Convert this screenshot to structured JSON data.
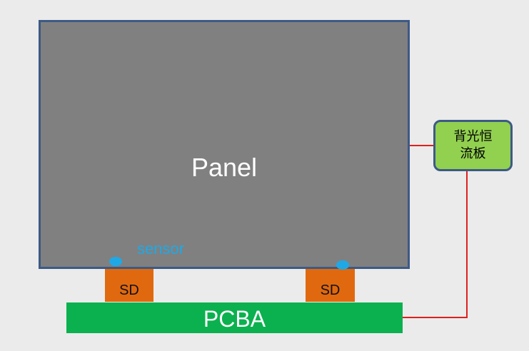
{
  "panel": {
    "label": "Panel"
  },
  "pcba": {
    "label": "PCBA"
  },
  "sd": [
    {
      "label": "SD"
    },
    {
      "label": "SD"
    }
  ],
  "sensor": {
    "label": "sensor"
  },
  "driver": {
    "line1": "背光恒",
    "line2": "流板"
  },
  "colors": {
    "background": "#ebebeb",
    "panel_fill": "#808080",
    "panel_border": "#3c5a85",
    "sd_fill": "#e0690f",
    "pcba_fill": "#0bb14f",
    "sensor": "#1ea9e6",
    "driver_fill": "#92d050",
    "wire": "#e02020"
  }
}
